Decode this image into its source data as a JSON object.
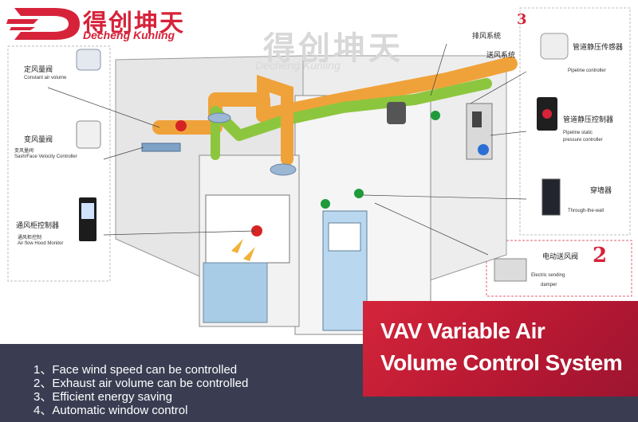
{
  "brand": {
    "name_cn": "得创坤天",
    "name_en": "Decheng Kunling"
  },
  "labels": {
    "const_air_valve": "定风量阀",
    "const_air_valve_sub": "Constant air volume",
    "vav_valve": "变风量阀",
    "vav_valve_sub_cn": "变风量阀",
    "vav_valve_sub_en": "Sash/Face Velocity Controller",
    "hood_controller": "通风柜控制器",
    "hood_controller_sub_cn": "通风柜控制",
    "hood_controller_sub_en": "Air flow Hood Monitor",
    "exhaust_system": "排风系统",
    "supply_system": "送风系统",
    "pipe_pressure_sensor": "管道静压传感器",
    "pipe_pressure_sensor_sub": "Pipeline controller",
    "pipe_pressure_controller": "管道静压控制器",
    "pipe_pressure_controller_sub1": "Pipeline static",
    "pipe_pressure_controller_sub2": "pressure controller",
    "through_wall": "穿墙器",
    "through_wall_sub": "Through-the-wall",
    "electric_damper": "电动送风阀",
    "electric_damper_sub1": "Electric sending",
    "electric_damper_sub2": "damper",
    "badge_2": "2",
    "badge_3": "3"
  },
  "features": [
    "1、Face wind speed can be controlled",
    "2、Exhaust air volume can be controlled",
    "3、Efficient energy saving",
    "4、Automatic window control"
  ],
  "title": {
    "line1": "VAV Variable Air",
    "line2": "Volume Control System"
  },
  "colors": {
    "brand_red": "#d6233a",
    "exhaust_duct": "#f0a23a",
    "supply_duct": "#8cc63e",
    "banner": "#3a3d52"
  }
}
